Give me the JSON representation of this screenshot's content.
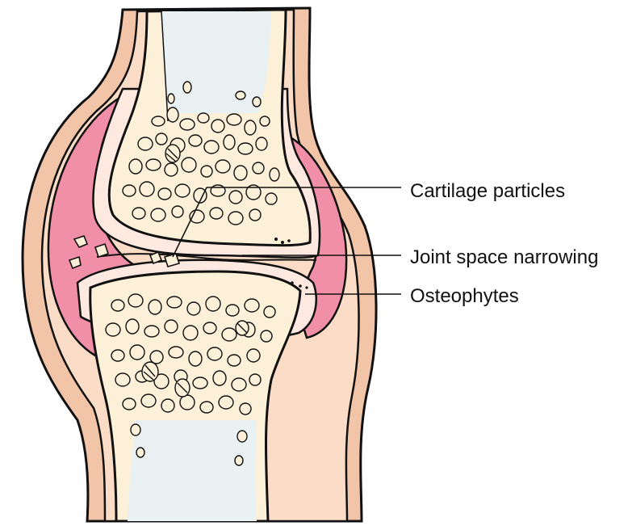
{
  "labels": {
    "cartilage_particles": "Cartilage particles",
    "joint_space_narrowing": "Joint space narrowing",
    "osteophytes": "Osteophytes"
  },
  "colors": {
    "skin_tone": "#f2c4a8",
    "synovium_pink": "#f08fa6",
    "bone_cream": "#fcf1d8",
    "marrow_blue": "#e9f1f3",
    "cartilage_light": "#fde9e0",
    "outline": "#111111"
  }
}
